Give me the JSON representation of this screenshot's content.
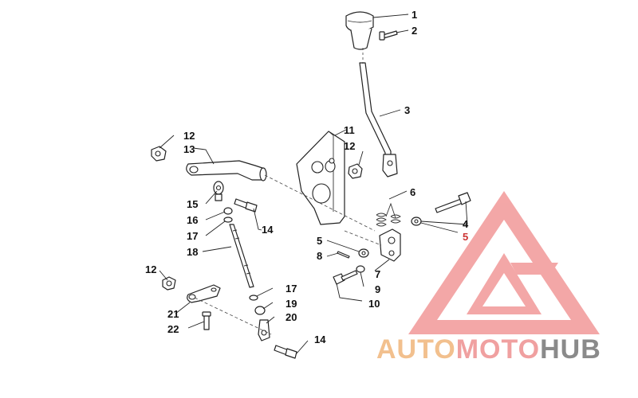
{
  "callouts": {
    "c1": "1",
    "c2": "2",
    "c3": "3",
    "c4": "4",
    "c5a": "5",
    "c5b": "5",
    "c6": "6",
    "c7": "7",
    "c8": "8",
    "c9": "9",
    "c10": "10",
    "c11": "11",
    "c12a": "12",
    "c12b": "12",
    "c12c": "12",
    "c13": "13",
    "c14a": "14",
    "c14b": "14",
    "c15": "15",
    "c16": "16",
    "c17a": "17",
    "c17b": "17",
    "c18": "18",
    "c19": "19",
    "c20": "20",
    "c21": "21",
    "c22": "22"
  },
  "watermark": {
    "part1": "AUTO",
    "part2": "MOTO",
    "part3": "HUB",
    "colors": {
      "auto": "#f2c08e",
      "moto": "#f0a0a0",
      "hub": "#8a8a8a",
      "logo": "#f08a8a"
    }
  }
}
